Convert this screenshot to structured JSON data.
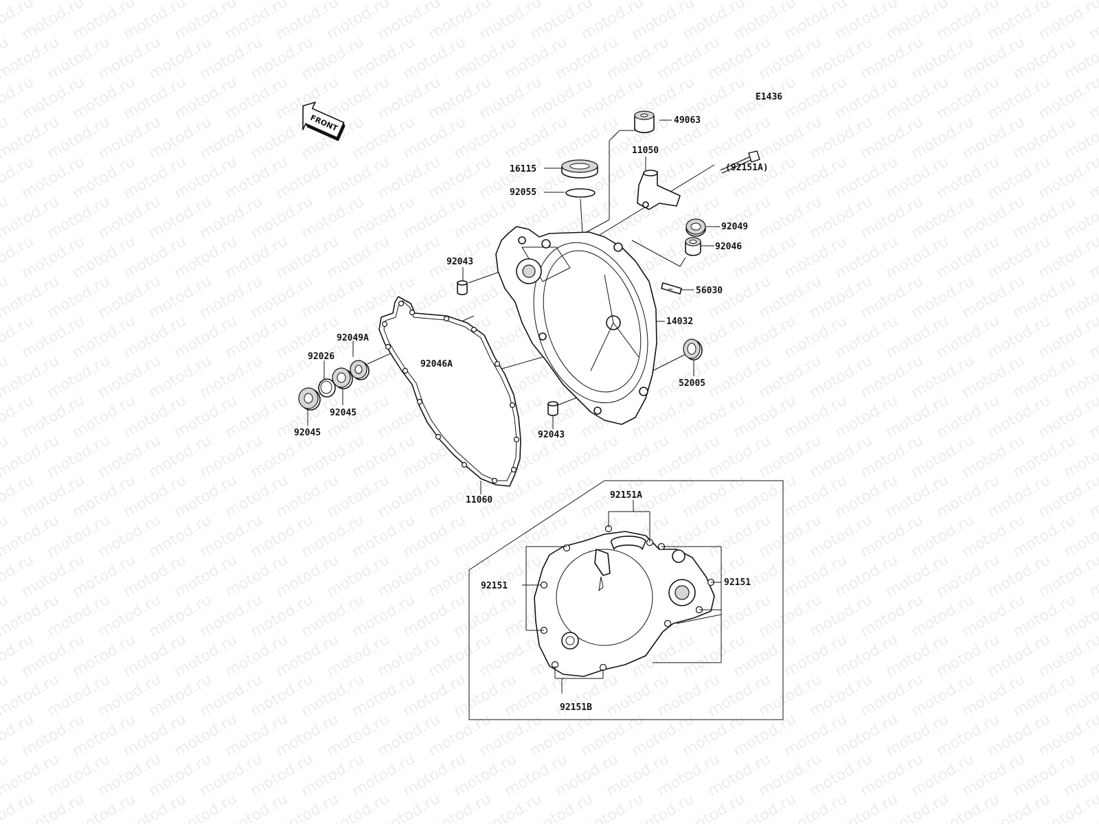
{
  "watermark": "motod.ru",
  "diagram_code": "E1436",
  "front_badge": "FRONT",
  "parts": {
    "p49063": "49063",
    "p11050": "11050",
    "p16115": "16115",
    "p92151A_top": "(92151A)",
    "p92055": "92055",
    "p92049": "92049",
    "p92046": "92046",
    "p92043_top": "92043",
    "p56030": "56030",
    "p14032": "14032",
    "p92049A": "92049A",
    "p92026": "92026",
    "p92046A": "92046A",
    "p52005": "52005",
    "p92045_a": "92045",
    "p92045_b": "92045",
    "p92043_bottom": "92043",
    "p11060": "11060"
  },
  "inset": {
    "p92151A": "92151A",
    "p92151_left": "92151",
    "p92151_right": "92151",
    "p92151B": "92151B"
  }
}
